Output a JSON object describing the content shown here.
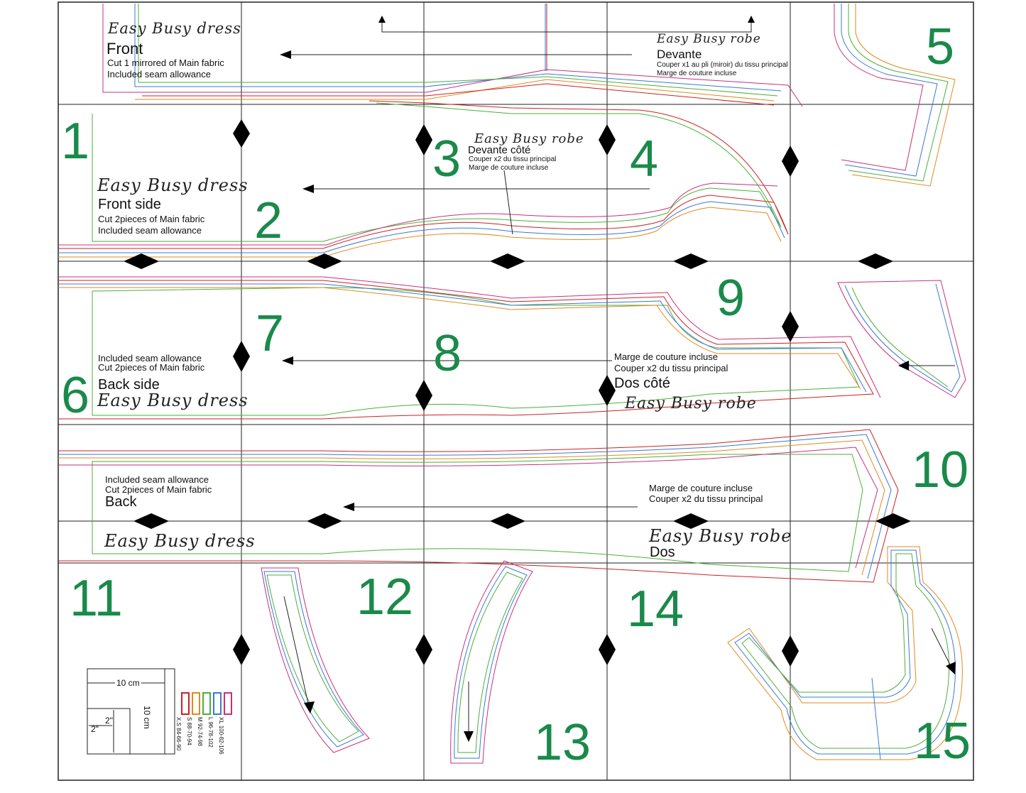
{
  "page_numbers": [
    "1",
    "2",
    "3",
    "4",
    "5",
    "6",
    "7",
    "8",
    "9",
    "10",
    "11",
    "12",
    "13",
    "14",
    "15"
  ],
  "pieces": {
    "front": {
      "brand": "Easy Busy dress",
      "title": "Front",
      "line1": "Cut 1 mirrored of Main fabric",
      "line2": "Included seam allowance"
    },
    "devante": {
      "brand": "Easy Busy robe",
      "title": "Devante",
      "line1": "Couper x1 au pli (miroir) du tissu principal",
      "line2": "Marge de couture incluse"
    },
    "front_side": {
      "brand": "Easy Busy dress",
      "title": "Front side",
      "line1": "Cut  2pieces of Main fabric",
      "line2": "Included seam allowance"
    },
    "devante_cote": {
      "brand": "Easy Busy robe",
      "title": "Devante côté",
      "line1": "Couper x2 du tissu principal",
      "line2": "Marge de couture incluse"
    },
    "back_side": {
      "line1": "Included seam allowance",
      "line2": "Cut  2pieces of Main fabric",
      "title": "Back side",
      "brand": "Easy Busy dress"
    },
    "dos_cote": {
      "line1": "Marge de couture incluse",
      "line2": "Couper x2 du tissu principal",
      "title": "Dos côté",
      "brand": "Easy Busy robe"
    },
    "back": {
      "line1": "Included seam allowance",
      "line2": "Cut  2pieces of Main fabric",
      "title": "Back",
      "brand": "Easy Busy dress"
    },
    "dos": {
      "line1": "Marge de couture incluse",
      "line2": "Couper x2 du tissu principal",
      "brand": "Easy Busy robe",
      "title": "Dos"
    }
  },
  "scale_box": {
    "horizontal": "10 cm",
    "vertical": "10 cm",
    "inch_h": "2\"",
    "inch_v": "2\""
  },
  "sizes_legend": [
    {
      "label": "X.S 84-66-90",
      "color": "#cc2222"
    },
    {
      "label": "S 88-70-94",
      "color": "#e08a1e"
    },
    {
      "label": "M 92-74-98",
      "color": "#4caf3a"
    },
    {
      "label": "L 96-78-102",
      "color": "#3a78d8"
    },
    {
      "label": "XL 100-82-106",
      "color": "#c8307a"
    }
  ],
  "colors": {
    "number_green": "#1a8a4a",
    "grid": "#222222",
    "diamond": "#000000"
  }
}
